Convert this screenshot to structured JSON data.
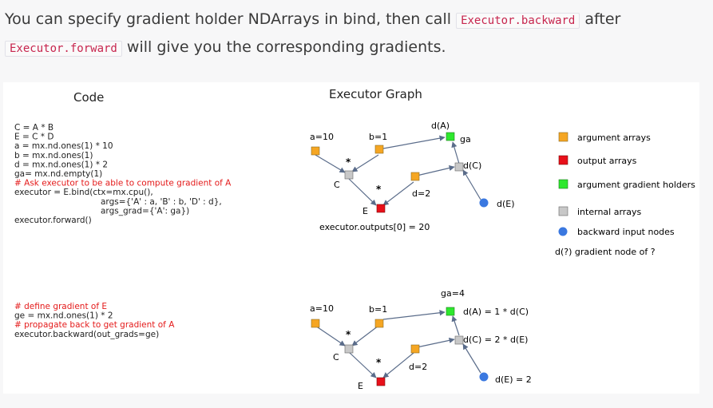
{
  "intro": {
    "line1_before": "You can specify gradient holder NDArrays in bind, then call",
    "code1": "Executor.backward",
    "line1_after": "after",
    "code2": "Executor.forward",
    "line2_after": "will give you the corresponding gradients."
  },
  "figure": {
    "code_heading": "Code",
    "graph_heading": "Executor Graph",
    "code_top": [
      {
        "text": "C = A * B",
        "style": "code"
      },
      {
        "text": "E = C * D",
        "style": "code"
      },
      {
        "text": "a = mx.nd.ones(1) * 10",
        "style": "code"
      },
      {
        "text": "b = mx.nd.ones(1)",
        "style": "code"
      },
      {
        "text": "d = mx.nd.ones(1) * 2",
        "style": "code"
      },
      {
        "text": "ga= mx.nd.empty(1)",
        "style": "code"
      },
      {
        "text": "# Ask executor to be able to compute gradient of A",
        "style": "comment"
      },
      {
        "text": "executor = E.bind(ctx=mx.cpu(),",
        "style": "code"
      },
      {
        "text": "args={'A' : a, 'B' : b, 'D' : d},",
        "style": "code-indent"
      },
      {
        "text": "args_grad={'A': ga})",
        "style": "code-indent"
      },
      {
        "text": "executor.forward()",
        "style": "code"
      }
    ],
    "code_bottom": [
      {
        "text": "# define gradient of E",
        "style": "comment"
      },
      {
        "text": "ge = mx.nd.ones(1)  * 2",
        "style": "code"
      },
      {
        "text": "# propagate back to get gradient of A",
        "style": "comment"
      },
      {
        "text": "executor.backward(out_grads=ge)",
        "style": "code"
      }
    ],
    "graph_top": {
      "a": "a=10",
      "b": "b=1",
      "c": "C",
      "mul": "*",
      "d": "d=2",
      "e": "E",
      "dA": "d(A)",
      "ga": "ga",
      "dC": "d(C)",
      "dE": "d(E)",
      "output": "executor.outputs[0] = 20"
    },
    "graph_bottom": {
      "ga_label": "ga=4",
      "a": "a=10",
      "b": "b=1",
      "c": "C",
      "mul": "*",
      "d": "d=2",
      "e": "E",
      "dA": "d(A) = 1 * d(C)",
      "dC": "d(C) = 2 * d(E)",
      "dE": "d(E) = 2"
    },
    "legend": {
      "argument": "argument arrays",
      "output": "output arrays",
      "grad_holder": "argument gradient holders",
      "internal": "internal arrays",
      "backward": "backward input nodes",
      "note": "d(?) gradient node of ?"
    }
  },
  "colors": {
    "argument": "#f5a623",
    "output": "#e8101a",
    "grad_holder": "#2ee82e",
    "internal": "#c8c8c8",
    "backward": "#3a78e0",
    "comment": "#e41a1a",
    "edge": "#5a6c8a"
  }
}
